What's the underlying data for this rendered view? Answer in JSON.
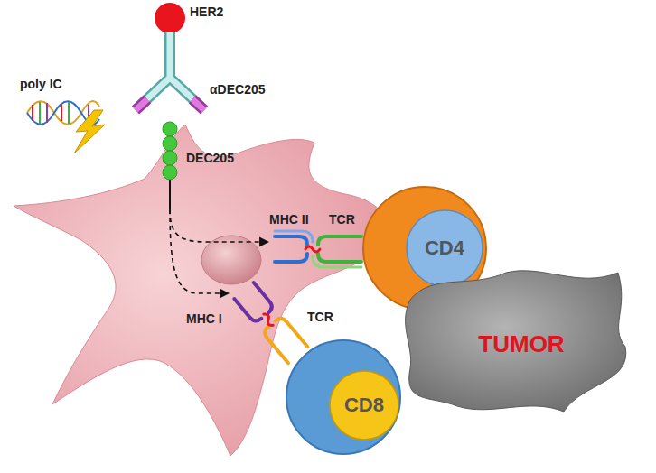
{
  "diagram": {
    "nodes": [
      {
        "text": [
          "CD4"
        ]
      },
      {
        "text": [
          "CD8"
        ]
      },
      {
        "text": [
          "TUMOR"
        ]
      }
    ],
    "labels": [
      "HER2",
      "αDEC205",
      "DEC205",
      "poly IC",
      "MHC II",
      "TCR",
      "MHC I",
      "TCR"
    ]
  }
}
